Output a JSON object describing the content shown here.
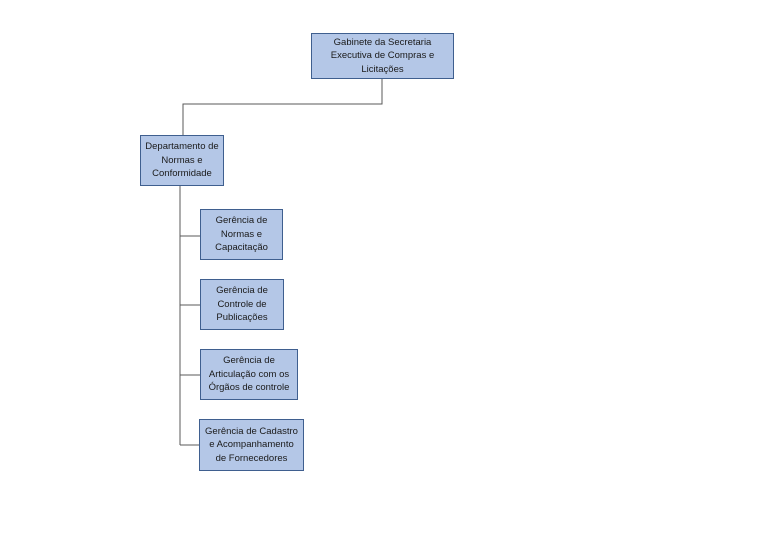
{
  "diagram": {
    "colors": {
      "box_fill": "#b4c7e7",
      "box_border": "#3f5f8f",
      "connector": "#595959"
    },
    "root": {
      "label": "Gabinete da Secretaria Executiva de Compras e Licitações"
    },
    "department": {
      "label": "Departamento de Normas e Conformidade"
    },
    "units": [
      {
        "label": "Gerência de Normas e Capacitação"
      },
      {
        "label": "Gerência de Controle de Publicações"
      },
      {
        "label": "Gerência de Articulação com os Órgãos de controle"
      },
      {
        "label": "Gerência de Cadastro e Acompanhamento de Fornecedores"
      }
    ]
  }
}
